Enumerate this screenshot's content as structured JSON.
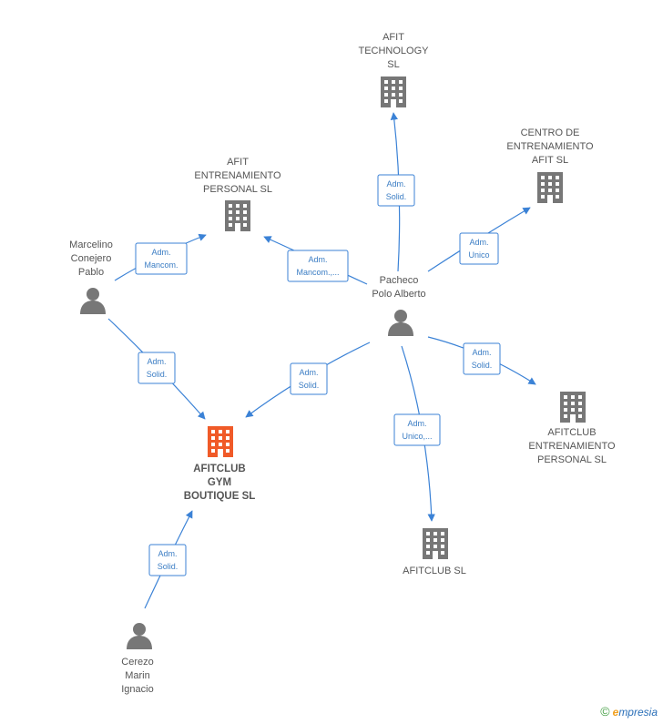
{
  "nodes": {
    "afit_technology": {
      "lines": [
        "AFIT",
        "TECHNOLOGY",
        "SL"
      ],
      "type": "company"
    },
    "centro": {
      "lines": [
        "CENTRO DE",
        "ENTRENAMIENTO",
        "AFIT  SL"
      ],
      "type": "company"
    },
    "afit_entrenamiento": {
      "lines": [
        "AFIT",
        "ENTRENAMIENTO",
        "PERSONAL  SL"
      ],
      "type": "company"
    },
    "marcelino": {
      "lines": [
        "Marcelino",
        "Conejero",
        "Pablo"
      ],
      "type": "person"
    },
    "pacheco": {
      "lines": [
        "Pacheco",
        "Polo Alberto"
      ],
      "type": "person"
    },
    "afitclub_gym": {
      "lines": [
        "AFITCLUB",
        "GYM",
        "BOUTIQUE  SL"
      ],
      "type": "company-main"
    },
    "afitclub_entrenamiento": {
      "lines": [
        "AFITCLUB",
        "ENTRENAMIENTO",
        "PERSONAL  SL"
      ],
      "type": "company"
    },
    "afitclub_sl": {
      "lines": [
        "AFITCLUB  SL"
      ],
      "type": "company"
    },
    "cerezo": {
      "lines": [
        "Cerezo",
        "Marin",
        "Ignacio"
      ],
      "type": "person"
    }
  },
  "edges": [
    {
      "id": "e1",
      "lines": [
        "Adm.",
        "Solid."
      ]
    },
    {
      "id": "e2",
      "lines": [
        "Adm.",
        "Unico"
      ]
    },
    {
      "id": "e3",
      "lines": [
        "Adm.",
        "Mancom.,..."
      ]
    },
    {
      "id": "e4",
      "lines": [
        "Adm.",
        "Mancom."
      ]
    },
    {
      "id": "e5",
      "lines": [
        "Adm.",
        "Solid."
      ]
    },
    {
      "id": "e6",
      "lines": [
        "Adm.",
        "Solid."
      ]
    },
    {
      "id": "e7",
      "lines": [
        "Adm.",
        "Solid."
      ]
    },
    {
      "id": "e8",
      "lines": [
        "Adm.",
        "Unico,..."
      ]
    },
    {
      "id": "e9",
      "lines": [
        "Adm.",
        "Solid."
      ]
    }
  ],
  "footer": {
    "copyright": "©",
    "brand_initial": "e",
    "brand_rest": "mpresia"
  },
  "colors": {
    "edge": "#3b82d6",
    "company": "#777777",
    "company_main": "#f05a28",
    "person": "#777777",
    "label": "#555555"
  }
}
